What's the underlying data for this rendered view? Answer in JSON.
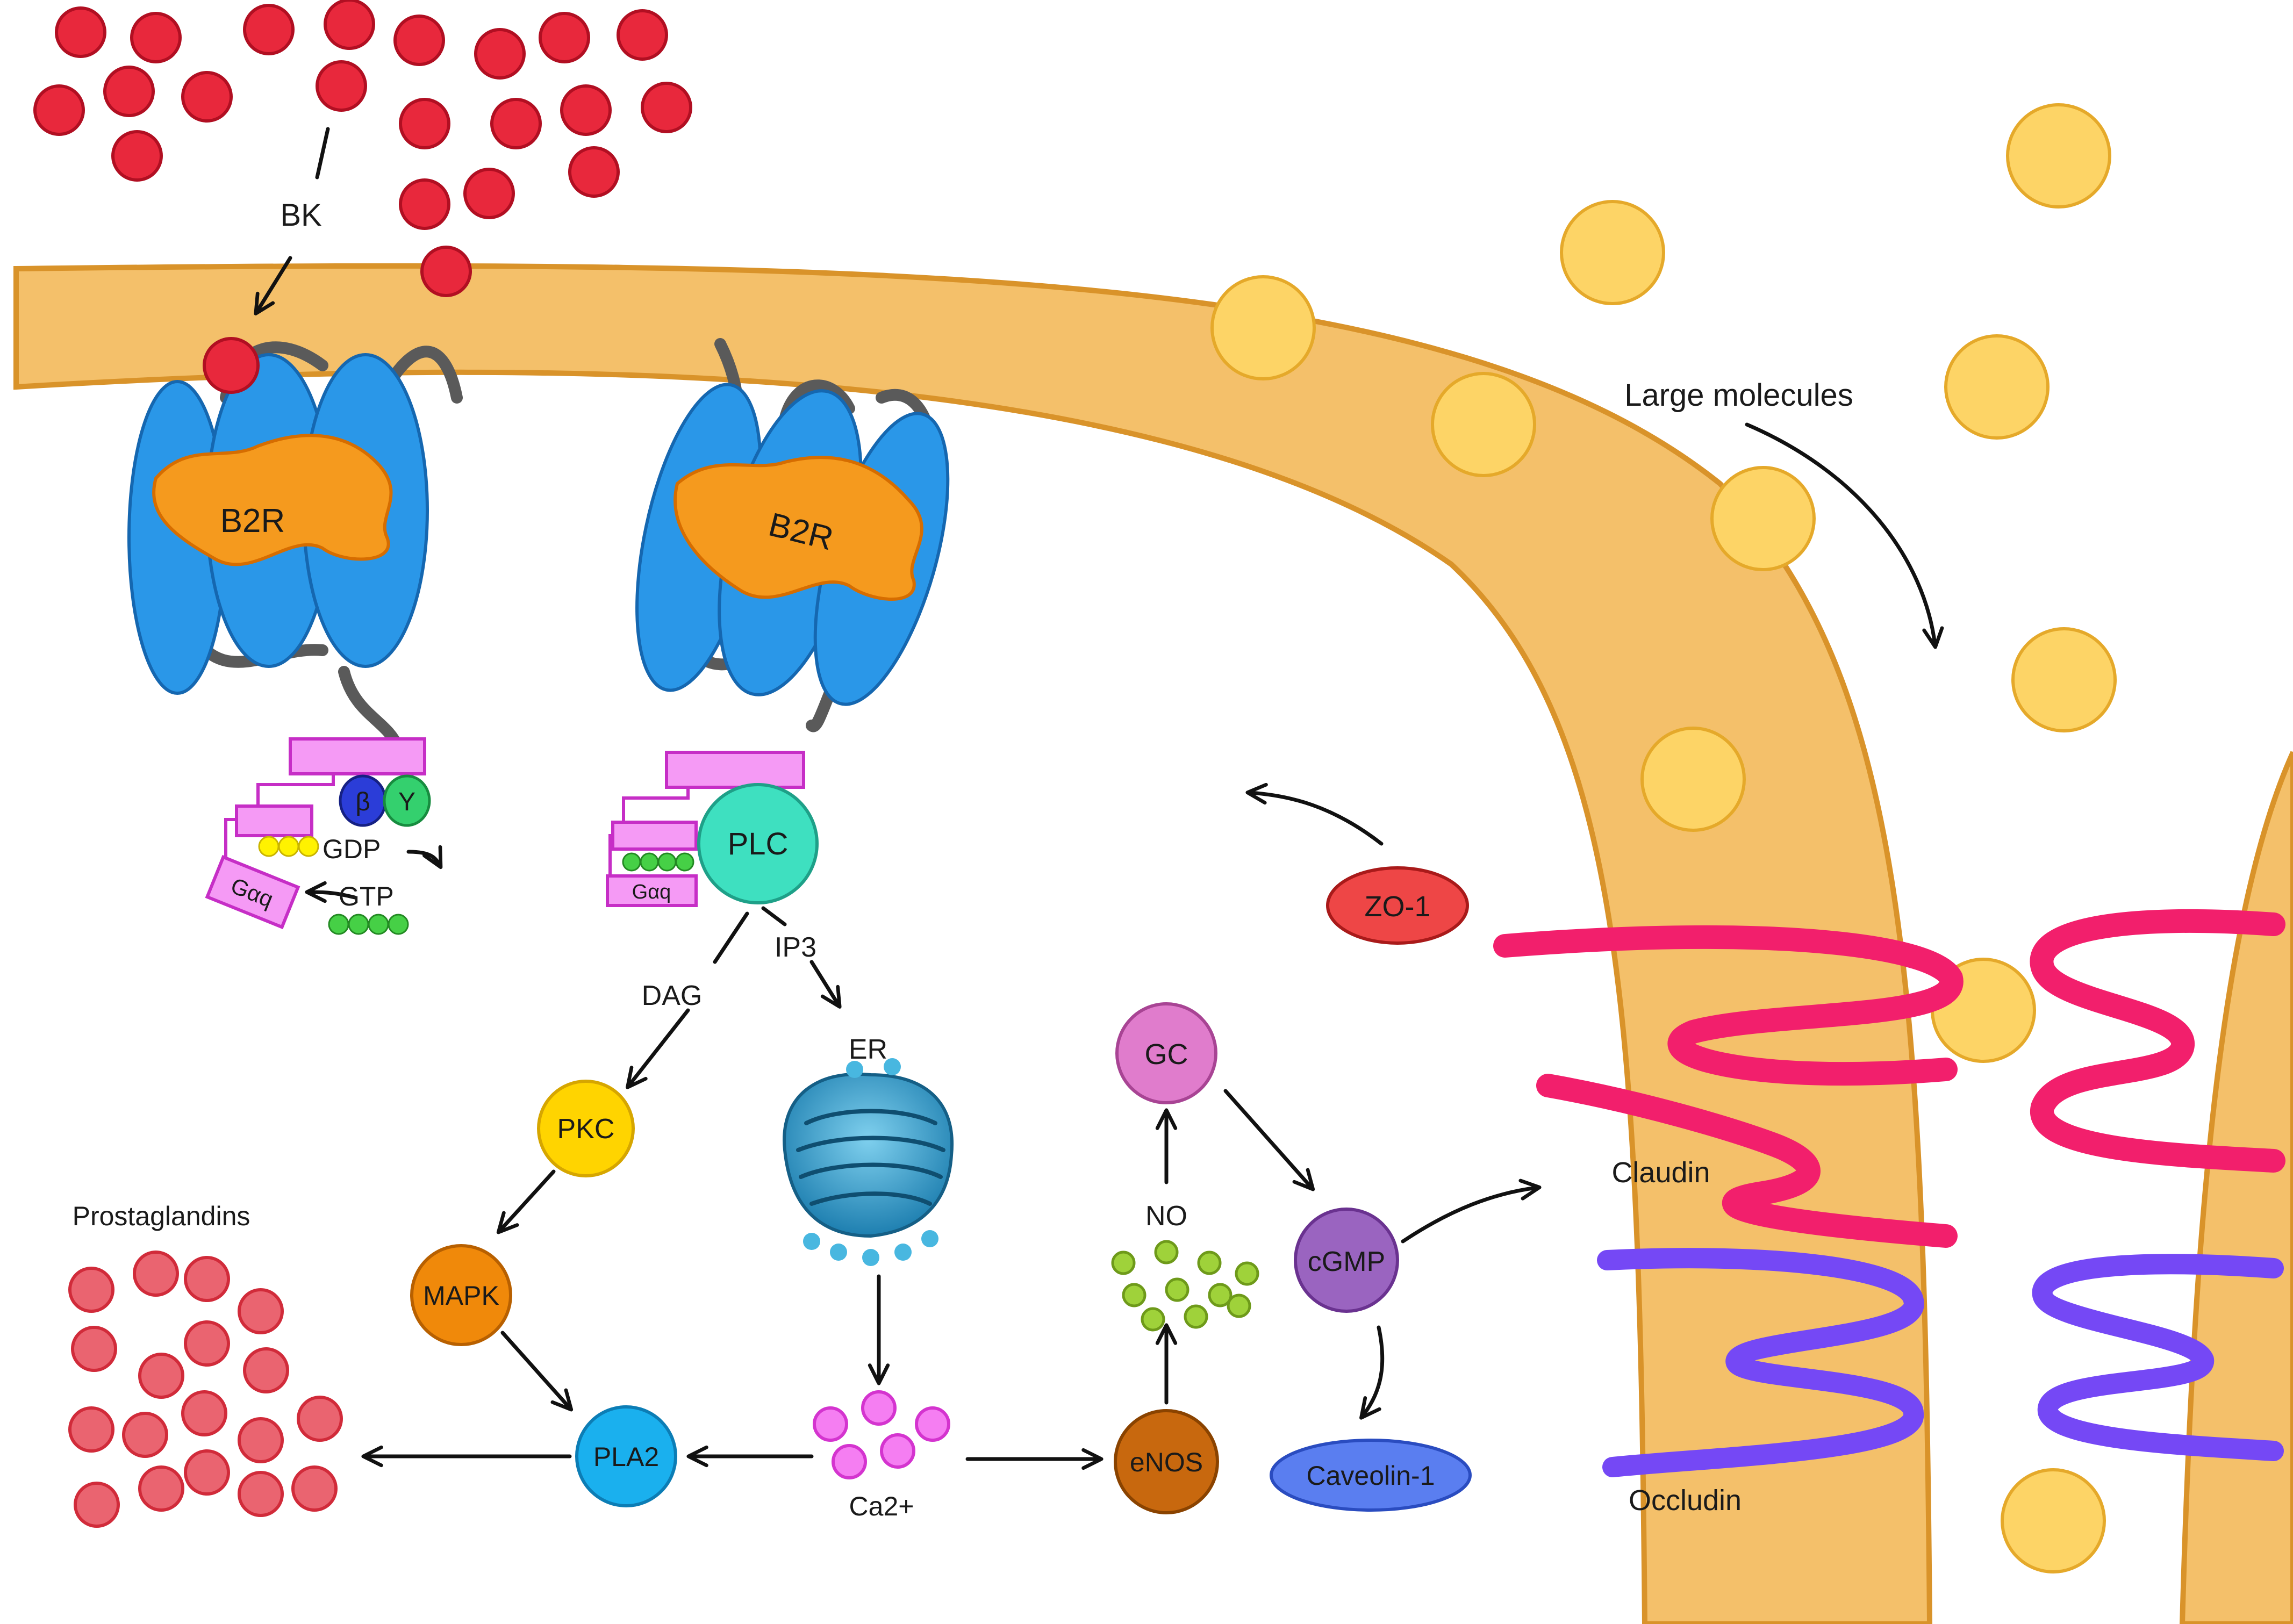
{
  "labels": {
    "bk": "BK",
    "b2r_left": "B2R",
    "b2r_right": "B2R",
    "beta": "β",
    "gamma": "Y",
    "gdp": "GDP",
    "gtp": "GTP",
    "g_alpha_q_left": "Gαq",
    "g_alpha_q_right": "Gαq",
    "plc": "PLC",
    "ip3": "IP3",
    "dag": "DAG",
    "er": "ER",
    "pkc": "PKC",
    "mapk": "MAPK",
    "pla2": "PLA2",
    "ca2": "Ca2+",
    "prostaglandins": "Prostaglandins",
    "enos": "eNOS",
    "no": "NO",
    "gc": "GC",
    "cgmp": "cGMP",
    "caveolin": "Caveolin-1",
    "zo1": "ZO-1",
    "large_molecules": "Large molecules",
    "claudin": "Claudin",
    "occludin": "Occludin"
  },
  "colors": {
    "bk_dots": "#e8283c",
    "prostaglandin_dots": "#ea6470",
    "membrane": "#f4c06a",
    "receptor": "#2a97e8",
    "b2r": "#f59a1e",
    "g_protein": "#f07ff0",
    "plc": "#3ee0c0",
    "pkc": "#ffd400",
    "mapk": "#f0890a",
    "pla2": "#1ab0ee",
    "calcium": "#f57ef2",
    "enos": "#c8680e",
    "no_dots": "#9fd23a",
    "gc": "#e07ccc",
    "cgmp": "#9a64c0",
    "caveolin": "#5a7ef0",
    "zo1": "#ee4646",
    "large_molecules": "#fdd466",
    "claudin": "#f21f6c",
    "occludin": "#7548f5",
    "er": "#2a8fc0"
  }
}
